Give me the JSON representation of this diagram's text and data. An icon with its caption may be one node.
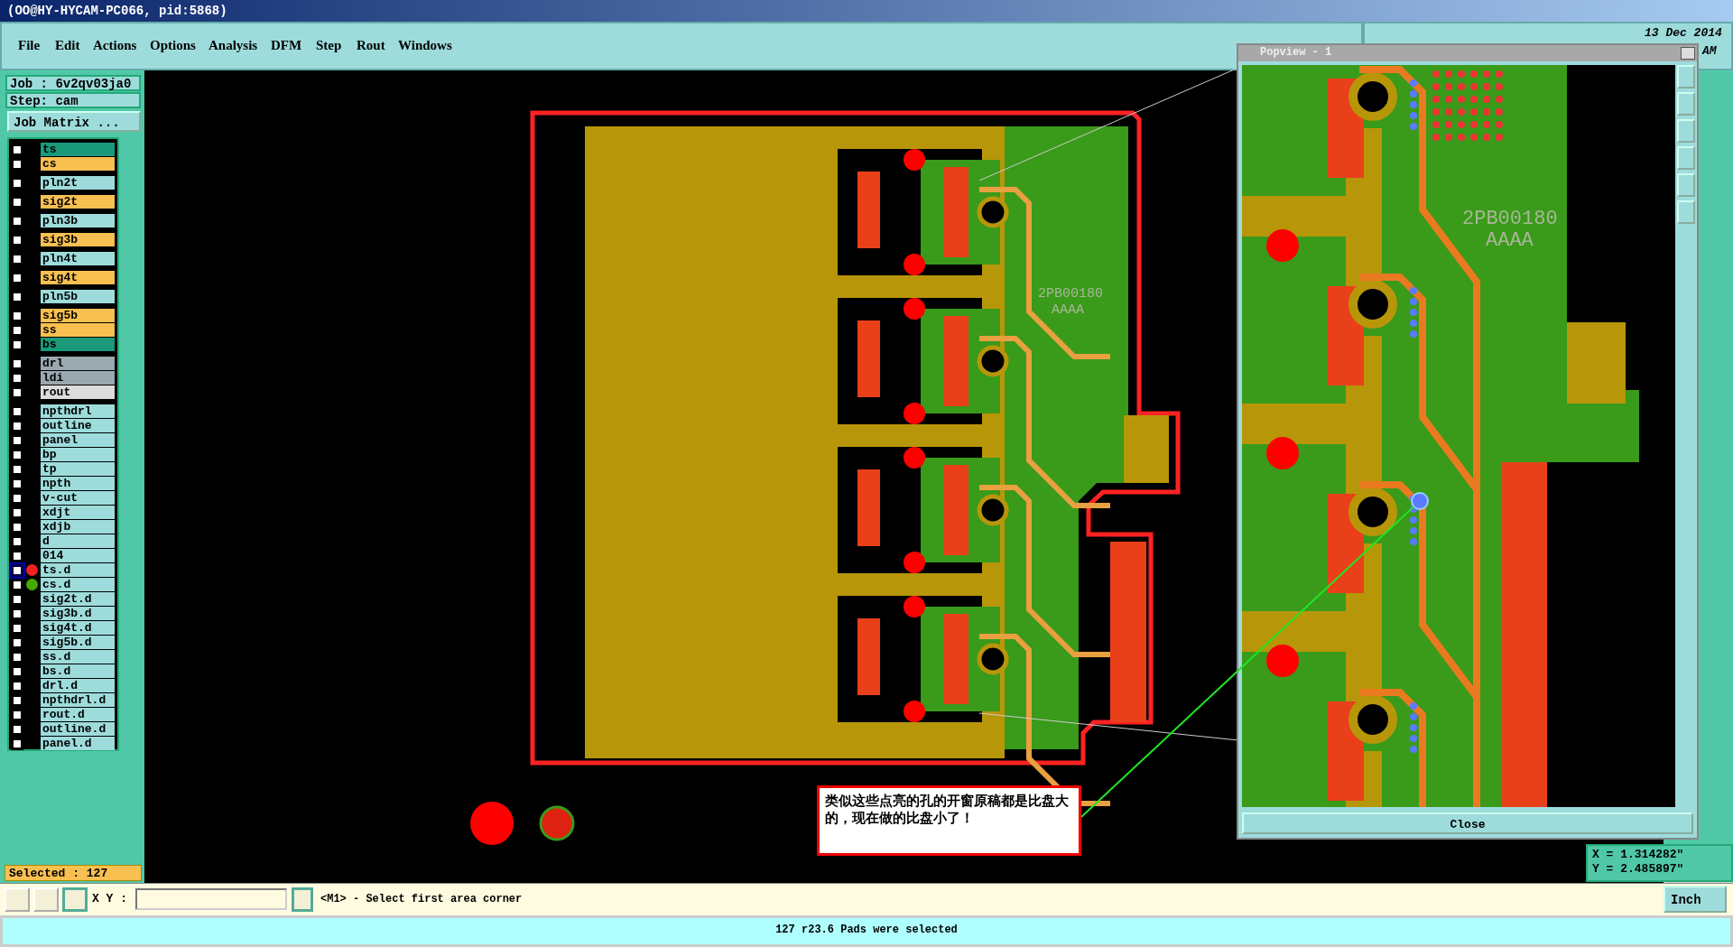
{
  "diagram": {
    "nodes": [
      {
        "text": [
          "类似这些点亮的孔的开窗原稿都是比盘大的，现在做的比盘小了！"
        ]
      },
      {
        "text": [],
        "shape": "circle"
      }
    ],
    "edges": [
      {
        "from": 0,
        "to": 1,
        "arrow": "none"
      }
    ],
    "labels": [
      "(OO@HY-HYCAM-PC066, pid:5868)",
      "File",
      "Edit",
      "Actions",
      "Options",
      "Analysis",
      "DFM",
      "Step",
      "Rout",
      "Windows",
      "13 Dec 2014",
      "AM",
      "Job : 6v2qv03ja0",
      "Step: cam",
      "Job Matrix ...",
      "ts",
      "cs",
      "pln2t",
      "sig2t",
      "pln3b",
      "sig3b",
      "pln4t",
      "sig4t",
      "pln5b",
      "sig5b",
      "ss",
      "bs",
      "drl",
      "ldi",
      "rout",
      "npthdrl",
      "outline",
      "panel",
      "bp",
      "tp",
      "npth",
      "v-cut",
      "xdjt",
      "xdjb",
      "d",
      "014",
      "ts.d",
      "cs.d",
      "sig2t.d",
      "sig3b.d",
      "sig4t.d",
      "sig5b.d",
      "ss.d",
      "bs.d",
      "drl.d",
      "npthdrl.d",
      "rout.d",
      "outline.d",
      "panel.d",
      "Selected : 127",
      "X Y :",
      "<M1> - Select first area corner",
      "127 r23.6 Pads were selected",
      "Popview - 1",
      "Close",
      "X = 1.314282\"",
      "Y = 2.485897\"",
      "Inch",
      "2PB00180",
      "AAAA",
      "2PB00180",
      "AAAA"
    ]
  }
}
